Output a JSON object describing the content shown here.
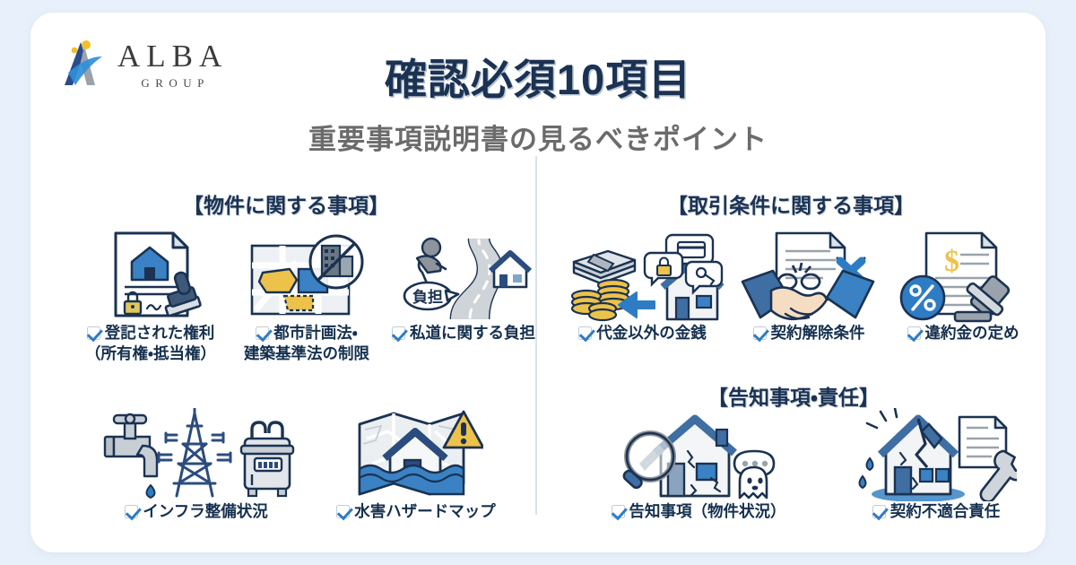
{
  "brand": {
    "name": "ALBA",
    "suffix": "GROUP",
    "logo_icon": "alba-a-mark-icon",
    "accent_blue": "#2e7cc4",
    "navy": "#1b3252"
  },
  "header": {
    "title": "確認必須10項目",
    "subtitle": "重要事項説明書の見るべきポイント"
  },
  "sections": {
    "left": {
      "heading": "【物件に関する事項】"
    },
    "right": {
      "heading": "【取引条件に関する事項】"
    },
    "right2": {
      "heading": "【告知事項・責任】"
    }
  },
  "items": [
    {
      "id": 1,
      "icon": "deed-document-stamp-icon",
      "label_line1": "登記された権利",
      "label_line2": "（所有権・抵当権）"
    },
    {
      "id": 2,
      "icon": "zoning-map-no-building-icon",
      "label_line1": "都市計画法・",
      "label_line2": "建築基準法の制限"
    },
    {
      "id": 3,
      "icon": "private-road-burden-icon",
      "label_line1": "私道に関する負担",
      "label_line2": ""
    },
    {
      "id": 4,
      "icon": "money-transfer-house-icon",
      "label_line1": "代金以外の金銭",
      "label_line2": ""
    },
    {
      "id": 5,
      "icon": "handshake-contract-cancel-icon",
      "label_line1": "契約解除条件",
      "label_line2": ""
    },
    {
      "id": 6,
      "icon": "penalty-gavel-percent-icon",
      "label_line1": "違約金の定め",
      "label_line2": ""
    },
    {
      "id": 7,
      "icon": "utilities-water-power-gas-icon",
      "label_line1": "インフラ整備状況",
      "label_line2": ""
    },
    {
      "id": 8,
      "icon": "flood-hazard-map-icon",
      "label_line1": "水害ハザードマップ",
      "label_line2": ""
    },
    {
      "id": 9,
      "icon": "house-inspection-ghost-icon",
      "label_line1": "告知事項（物件状況）",
      "label_line2": ""
    },
    {
      "id": 10,
      "icon": "damaged-house-repair-icon",
      "label_line1": "契約不適合責任",
      "label_line2": ""
    }
  ],
  "icon_burden_label": "負担"
}
